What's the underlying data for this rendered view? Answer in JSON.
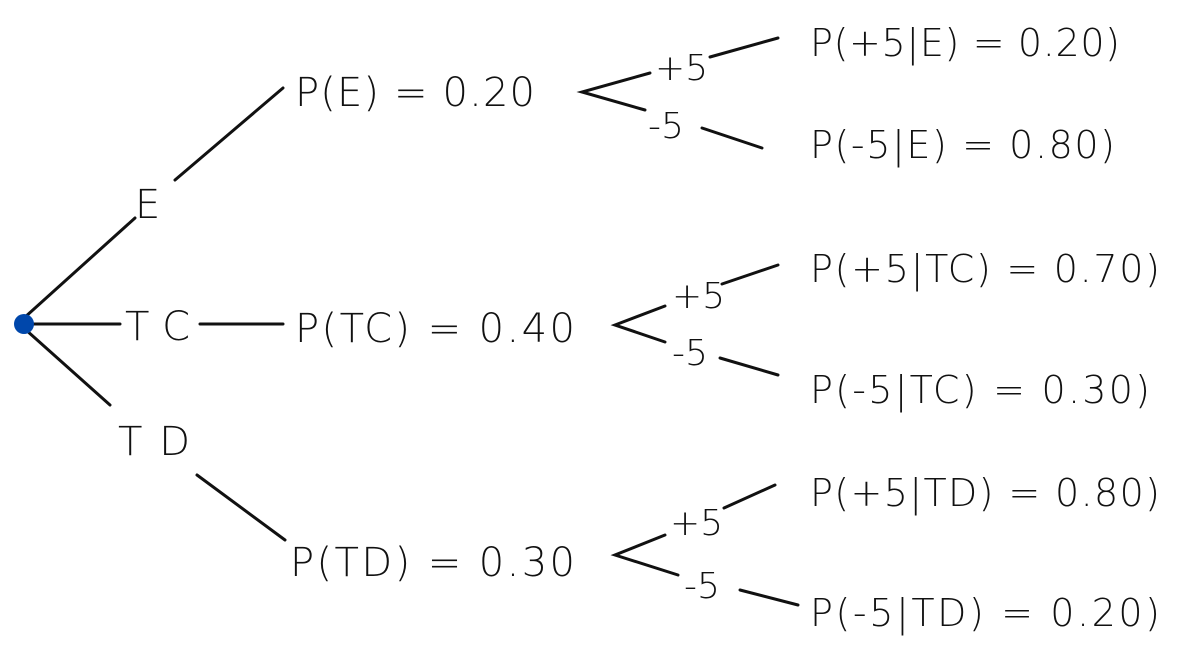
{
  "colors": {
    "root": "#0047AB",
    "ink": "#111111"
  },
  "branches": {
    "E": {
      "label": "E",
      "prob": "P(E) = 0.20",
      "plus_label": "+5",
      "minus_label": "-5",
      "plus_prob": "P(+5|E) = 0.20)",
      "minus_prob": "P(-5|E) = 0.80)"
    },
    "TC": {
      "label": "TC",
      "prob": "P(TC) = 0.40",
      "plus_label": "+5",
      "minus_label": "-5",
      "plus_prob": "P(+5|TC) = 0.70)",
      "minus_prob": "P(-5|TC) = 0.30)"
    },
    "TD": {
      "label": "TD",
      "prob": "P(TD) = 0.30",
      "plus_label": "+5",
      "minus_label": "-5",
      "plus_prob": "P(+5|TD) = 0.80)",
      "minus_prob": "P(-5|TD) = 0.20)"
    }
  }
}
